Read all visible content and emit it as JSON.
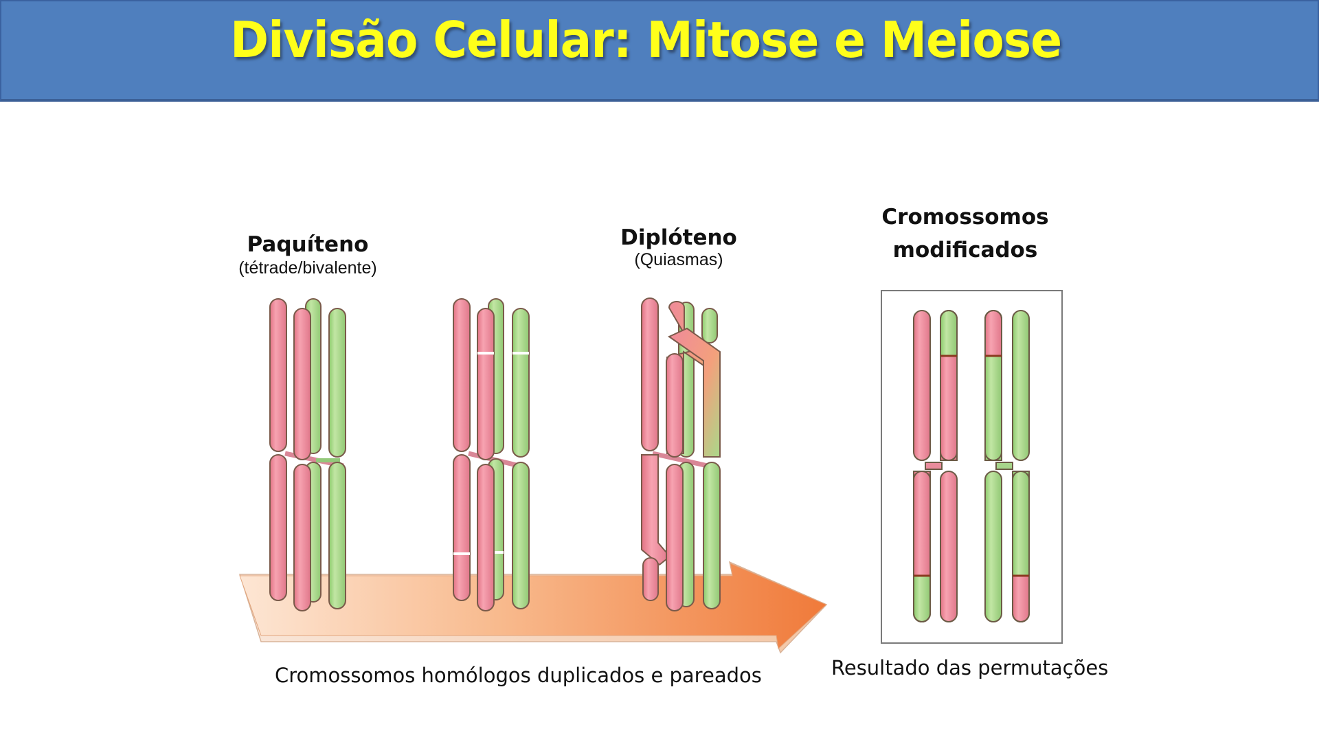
{
  "header": {
    "title": "Divisão Celular: Mitose e Meiose",
    "background_color": "#4f7fbe",
    "title_color": "#ffff1a"
  },
  "stages": [
    {
      "title": "Paquíteno",
      "subtitle": "(tétrade/bivalente)"
    },
    {
      "title": "Diplóteno",
      "subtitle": "(Quiasmas)"
    }
  ],
  "result": {
    "title_line1": "Cromossomos",
    "title_line2": "modificados"
  },
  "captions": {
    "process": "Cromossomos homólogos duplicados e pareados",
    "result": "Resultado das permutações"
  },
  "colors": {
    "maternal_chromosome": "#ee8a9a",
    "paternal_chromosome": "#a9d98a",
    "chromosome_outline": "#6b5a45",
    "arrow_start": "#fde3cf",
    "arrow_end": "#f07a3a"
  },
  "diagram": {
    "groups": [
      {
        "name": "paquiteno-tetrad",
        "chromatids": [
          "maternal",
          "maternal",
          "paternal",
          "paternal"
        ]
      },
      {
        "name": "breakage-tetrad",
        "chromatids": [
          "maternal",
          "maternal",
          "paternal",
          "paternal"
        ]
      },
      {
        "name": "diploteno-tetrad",
        "chromatids": [
          "maternal",
          "maternal",
          "paternal",
          "paternal"
        ],
        "chiasmata": 2
      },
      {
        "name": "recombined-chromosomes",
        "chromatids": [
          "maternal+paternal-tip-bottom",
          "maternal+paternal-tip-top",
          "paternal+maternal-tip-top",
          "paternal+maternal-tip-bottom"
        ]
      }
    ]
  }
}
